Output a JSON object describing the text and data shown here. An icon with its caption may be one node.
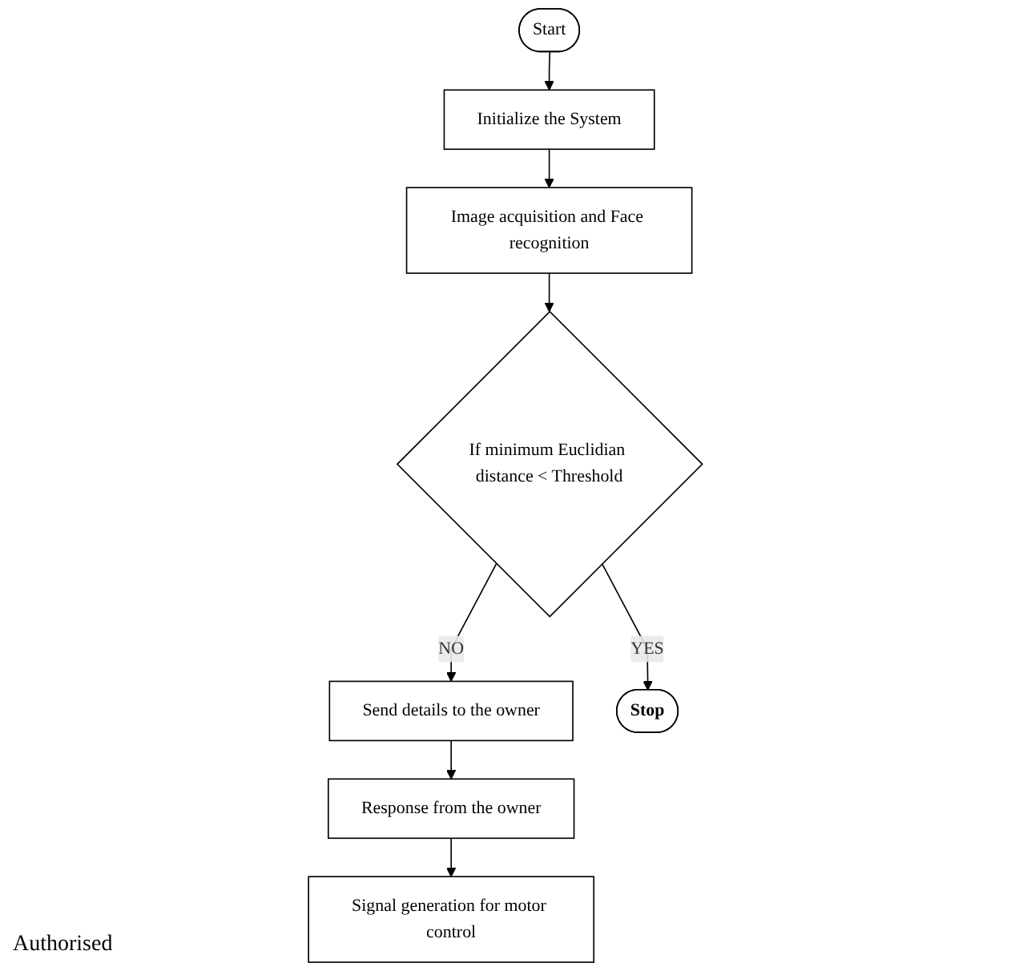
{
  "diagram": {
    "nodes": [
      {
        "text": [
          "Start"
        ]
      },
      {
        "text": [
          "Initialize the System"
        ]
      },
      {
        "text": [
          "Image acquisition and Face recognition"
        ]
      },
      {
        "text": [
          "If minimum Euclidian distance < Threshold"
        ]
      },
      {
        "text": [
          "Send details to the owner"
        ]
      },
      {
        "text": [
          "Response from the owner"
        ]
      },
      {
        "text": [
          "Signal generation for motor control"
        ]
      },
      {
        "text": [
          "Stop"
        ]
      }
    ],
    "edges": [
      {
        "from": 0,
        "to": 1,
        "arrow": "to"
      },
      {
        "from": 1,
        "to": 2,
        "arrow": "to"
      },
      {
        "from": 2,
        "to": 3,
        "arrow": "to"
      },
      {
        "from": 3,
        "to": 4,
        "arrow": "to",
        "label": "NO"
      },
      {
        "from": 3,
        "to": 7,
        "arrow": "to",
        "label": "YES"
      },
      {
        "from": 4,
        "to": 5,
        "arrow": "to"
      },
      {
        "from": 5,
        "to": 6,
        "arrow": "to"
      }
    ],
    "labels": [
      "Authorised"
    ]
  }
}
